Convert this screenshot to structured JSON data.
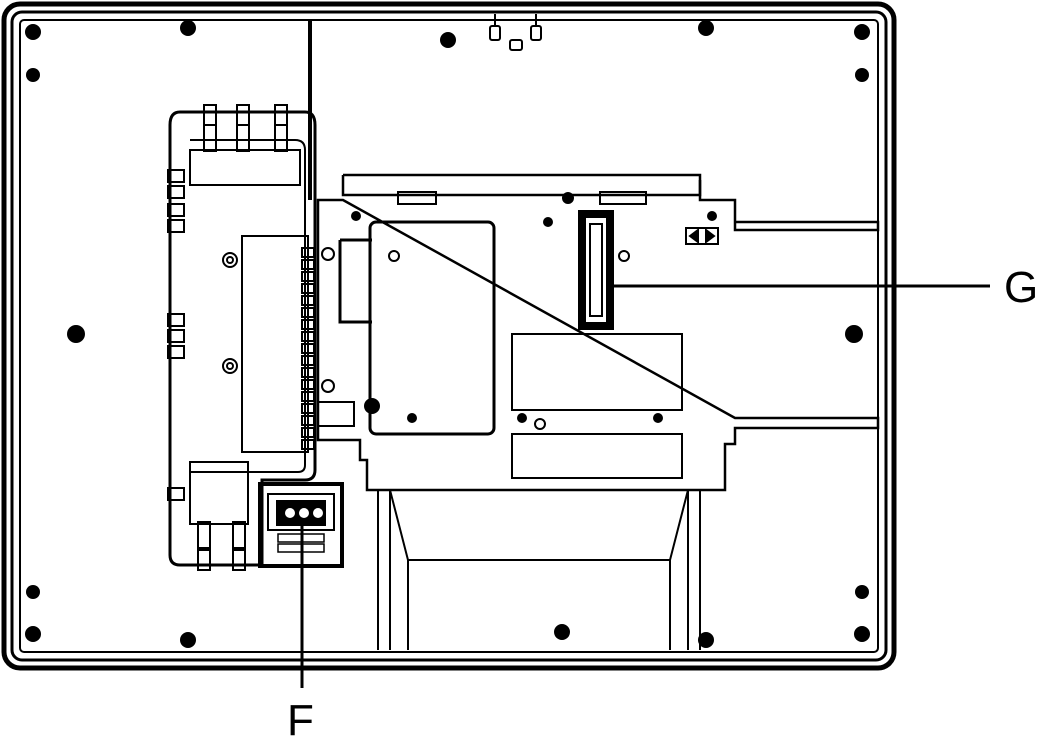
{
  "diagram": {
    "callouts": [
      {
        "id": "F",
        "label": "F"
      },
      {
        "id": "G",
        "label": "G"
      }
    ]
  },
  "colors": {
    "line": "#000000",
    "background": "#ffffff"
  }
}
